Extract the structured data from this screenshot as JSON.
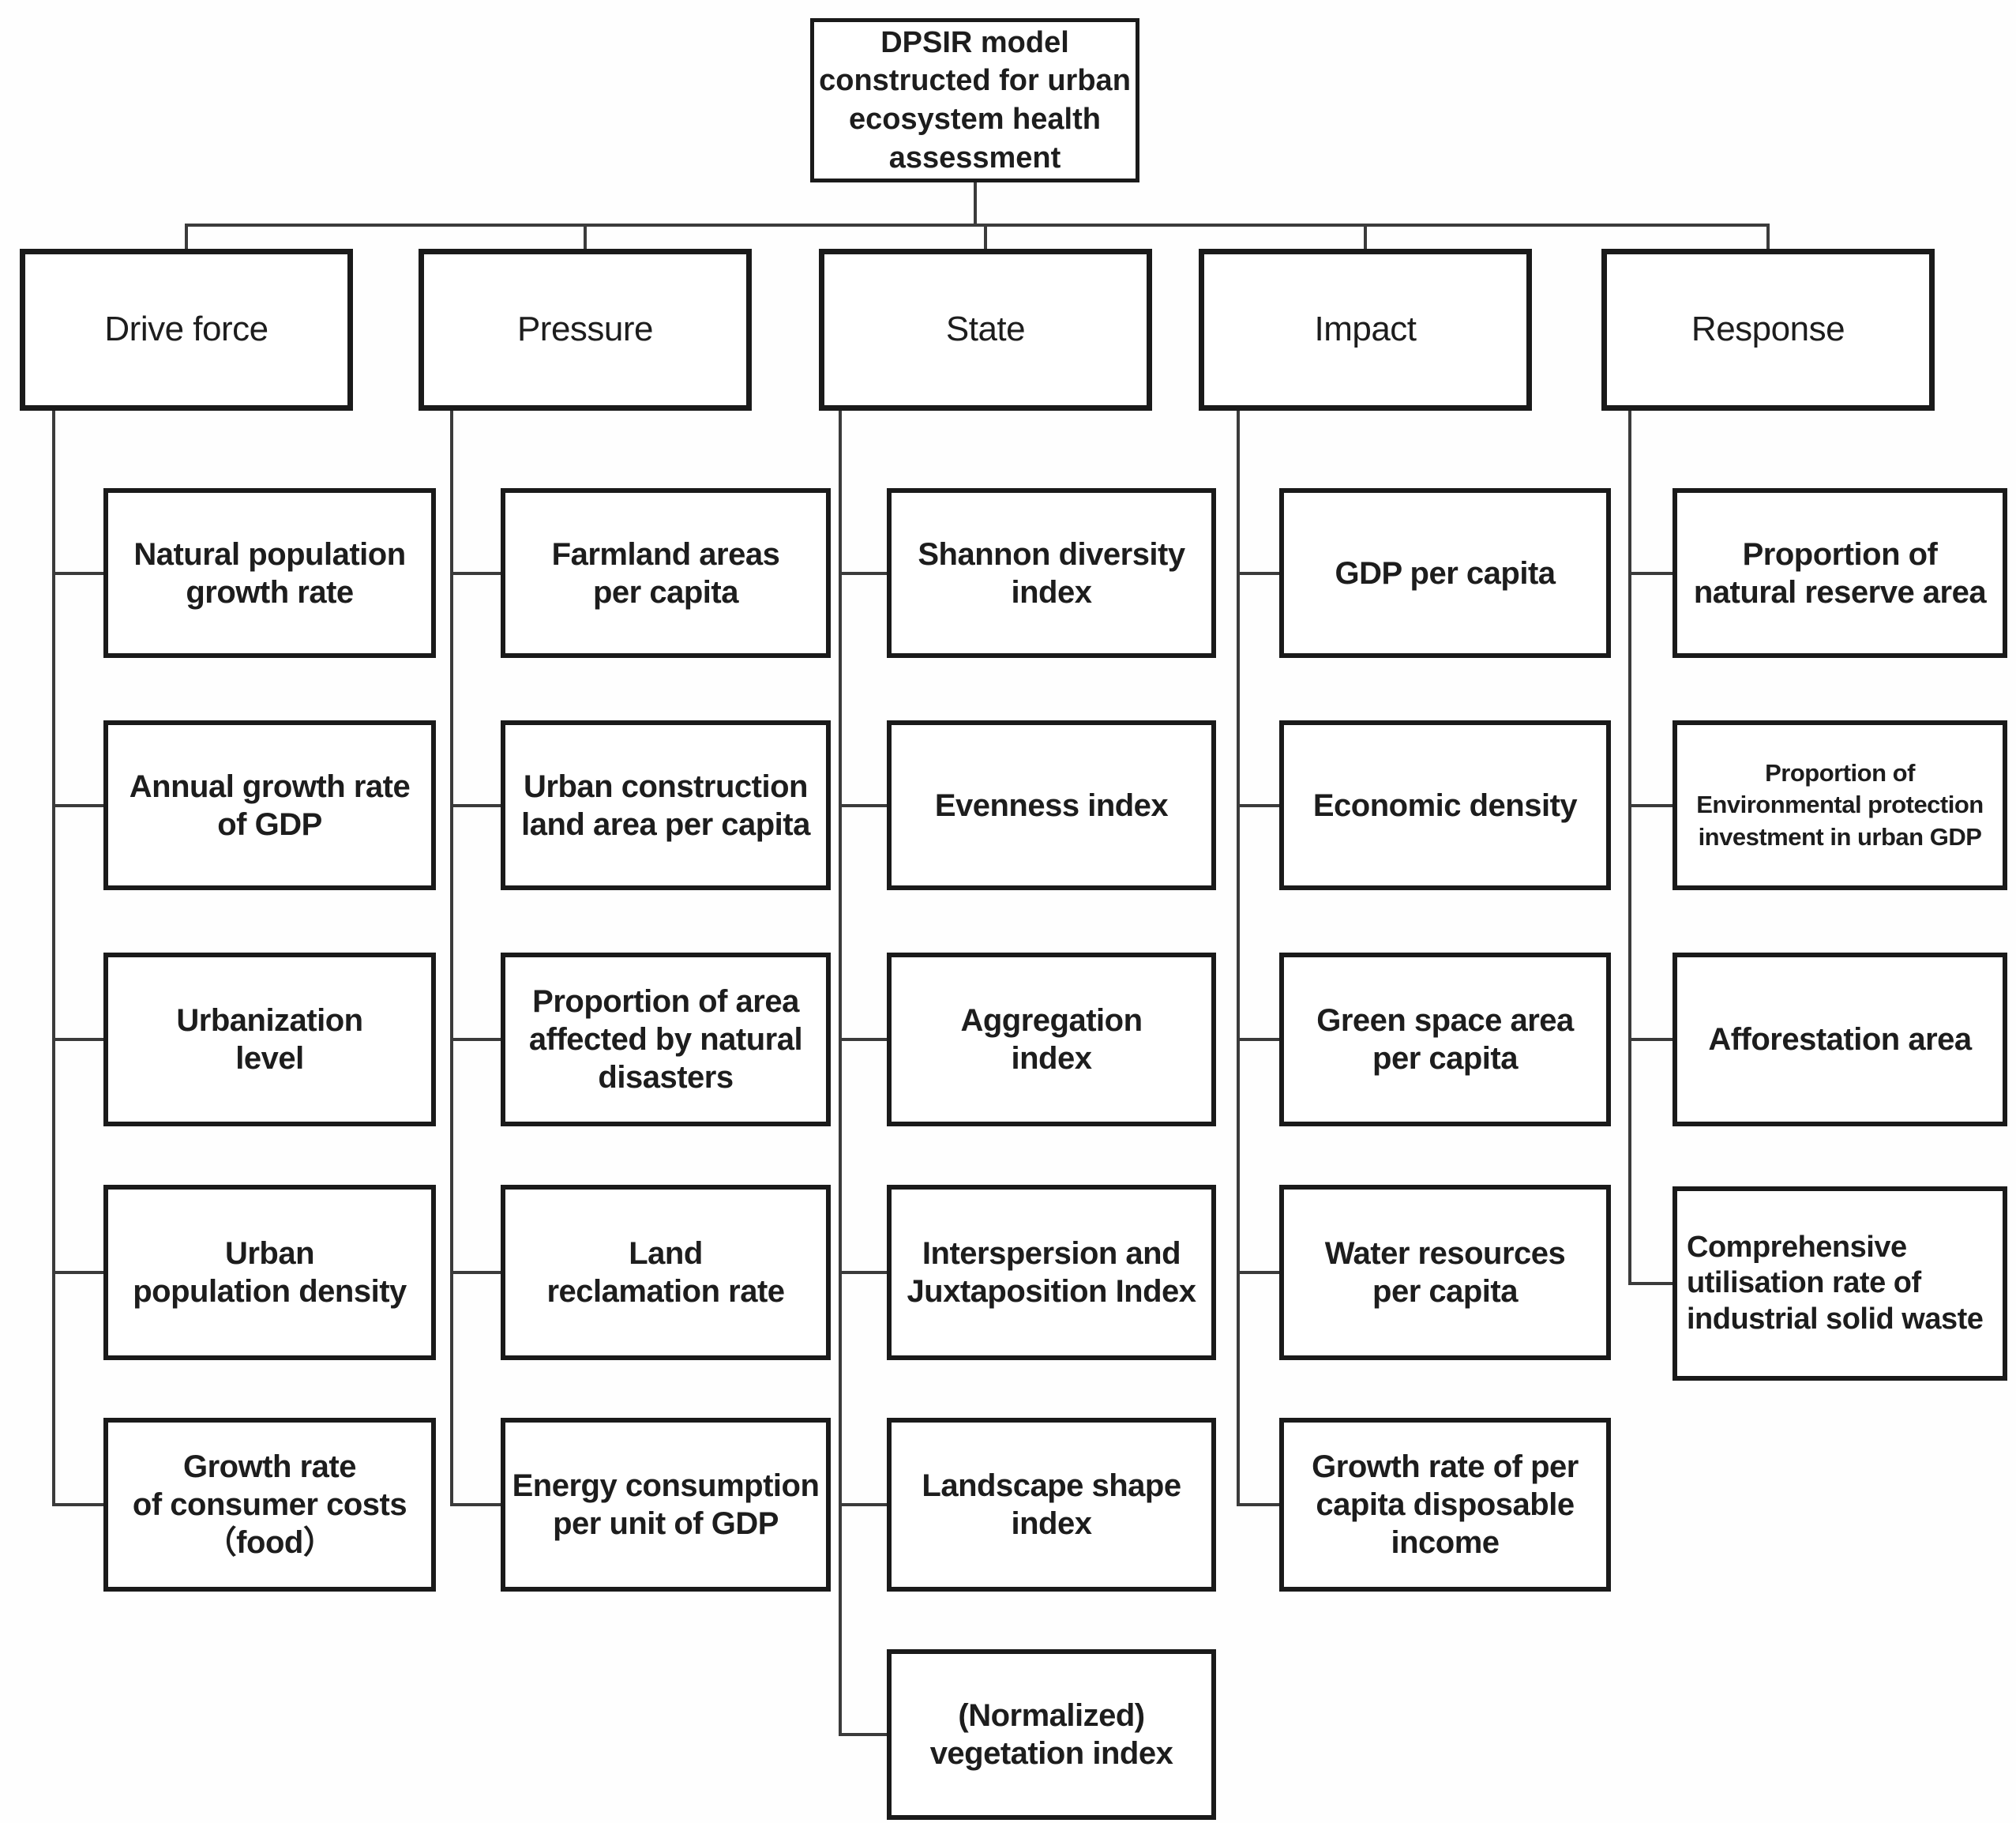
{
  "figure": {
    "root_label": "DPSIR model\nconstructed for urban\necosystem health\nassessment",
    "columns": [
      {
        "id": "drive-force",
        "label": "Drive force",
        "children": [
          "Natural population\ngrowth rate",
          "Annual growth rate\nof GDP",
          "Urbanization\nlevel",
          "Urban\npopulation density",
          "Growth rate\nof consumer costs\n（food）"
        ]
      },
      {
        "id": "pressure",
        "label": "Pressure",
        "children": [
          "Farmland areas\nper capita",
          "Urban construction\nland area per capita",
          "Proportion of area\naffected by natural\ndisasters",
          "Land\nreclamation rate",
          "Energy consumption\nper unit of GDP"
        ]
      },
      {
        "id": "state",
        "label": "State",
        "children": [
          "Shannon diversity\nindex",
          "Evenness index",
          "Aggregation\nindex",
          "Interspersion and\nJuxtaposition Index",
          "Landscape shape\nindex",
          "(Normalized)\nvegetation index"
        ]
      },
      {
        "id": "impact",
        "label": "Impact",
        "children": [
          "GDP per capita",
          "Economic density",
          "Green space area\nper capita",
          "Water resources\nper capita",
          "Growth rate of per\ncapita disposable\nincome"
        ]
      },
      {
        "id": "response",
        "label": "Response",
        "children": [
          "Proportion of\nnatural reserve area",
          "Proportion of\nEnvironmental protection\ninvestment in urban GDP",
          "Afforestation area",
          "Comprehensive\nutilisation rate of\nindustrial solid waste"
        ]
      }
    ]
  },
  "colors": {
    "background": "#fefefe",
    "box_border": "#1a1a1a",
    "connector": "#3b3b3b",
    "text": "#1d1d1d"
  }
}
